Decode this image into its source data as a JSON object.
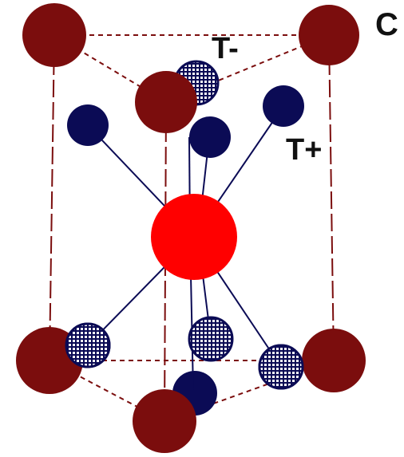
{
  "labels": {
    "corner": "C",
    "t_minus": "T-",
    "t_plus": "T+"
  },
  "colors": {
    "background": "#ffffff",
    "corner_atom": "#7b0d0d",
    "center_atom": "#ff0000",
    "tetra_atom": "#0b0b55",
    "hatched_fill": "#ffffff",
    "bond": "#0b0b55",
    "cell_edge": "#7b0d0d"
  }
}
